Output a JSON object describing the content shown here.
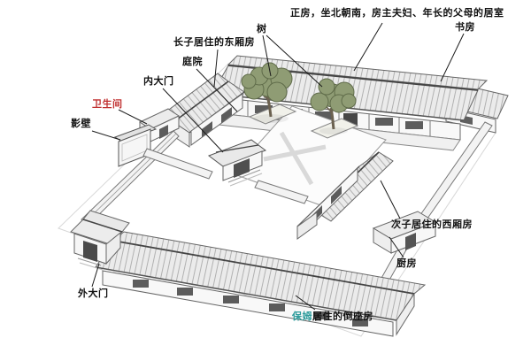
{
  "colors": {
    "line_art": "#555555",
    "roof_fill": "#ebebeb",
    "tree_green": "#8f9c74",
    "highlight_red": "#c03030",
    "highlight_teal": "#2e9c9c",
    "label_text": "#111111"
  },
  "callouts": {
    "main_room": "正房，坐北朝南，房主夫妇、年长的父母的居室",
    "study": "书房",
    "tree": "树",
    "east_wing": "长子居住的东厢房",
    "courtyard": "庭院",
    "inner_gate": "内大门",
    "bathroom": "卫生间",
    "screen_wall": "影壁",
    "west_wing": "次子居住的西厢房",
    "kitchen": "厨房",
    "outer_gate": "外大门",
    "south_room_prefix": "保姆",
    "south_room_suffix": "居住的倒座房"
  }
}
